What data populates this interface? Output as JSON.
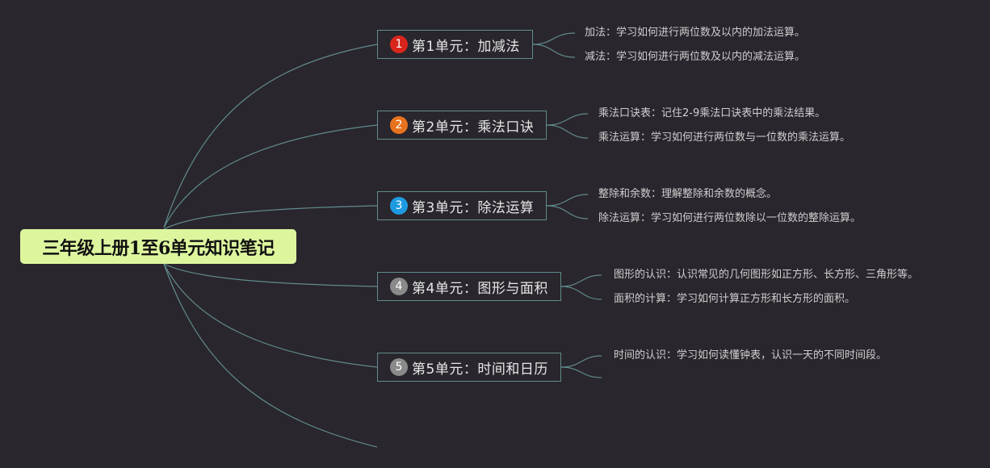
{
  "root": {
    "title": "三年级上册1至6单元知识笔记"
  },
  "units": [
    {
      "number": "1",
      "label": "第1单元：加减法",
      "badge_color": "#d9261c",
      "items": [
        "加法：学习如何进行两位数及以内的加法运算。",
        "减法：学习如何进行两位数及以内的减法运算。"
      ]
    },
    {
      "number": "2",
      "label": "第2单元：乘法口诀",
      "badge_color": "#e8731e",
      "items": [
        "乘法口诀表：记住2-9乘法口诀表中的乘法结果。",
        "乘法运算：学习如何进行两位数与一位数的乘法运算。"
      ]
    },
    {
      "number": "3",
      "label": "第3单元：除法运算",
      "badge_color": "#1e9be0",
      "items": [
        "整除和余数：理解整除和余数的概念。",
        "除法运算：学习如何进行两位数除以一位数的整除运算。"
      ]
    },
    {
      "number": "4",
      "label": "第4单元：图形与面积",
      "badge_color": "#8a8a8a",
      "items": [
        "图形的认识：认识常见的几何图形如正方形、长方形、三角形等。",
        "面积的计算：学习如何计算正方形和长方形的面积。"
      ]
    },
    {
      "number": "5",
      "label": "第5单元：时间和日历",
      "badge_color": "#8a8a8a",
      "items": [
        "时间的认识：学习如何读懂钟表，认识一天的不同时间段。",
        ""
      ]
    }
  ],
  "colors": {
    "background": "#2a262d",
    "connector": "#5f8c8c",
    "root_fill": "#ddf69e"
  }
}
